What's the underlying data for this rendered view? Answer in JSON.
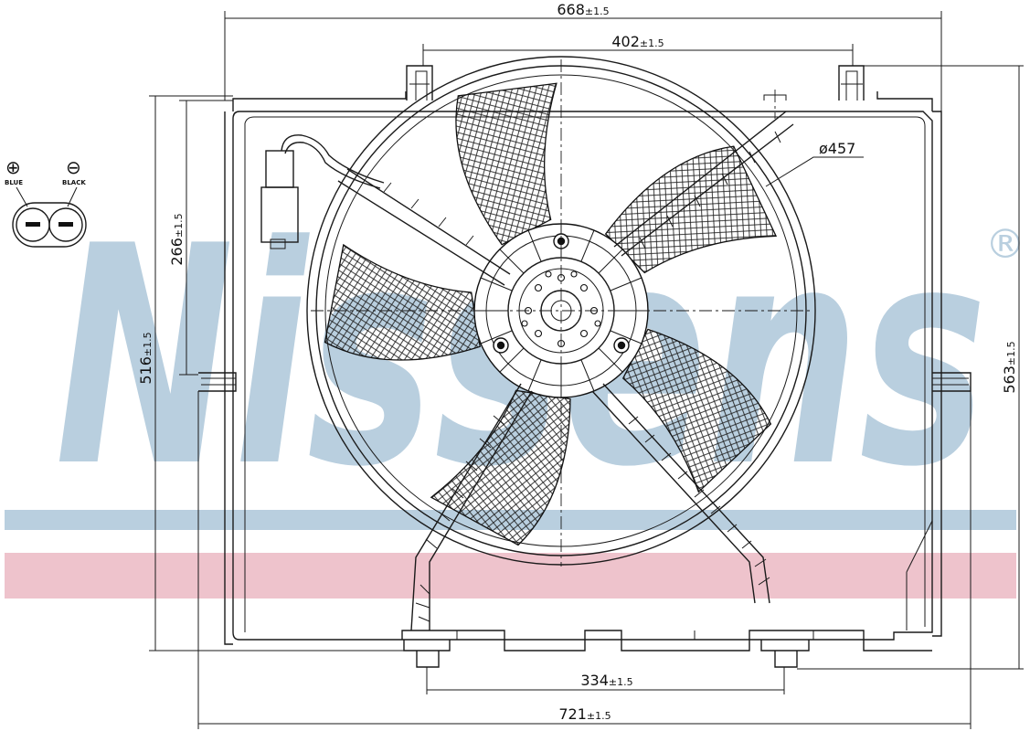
{
  "watermark": {
    "brand": "Nissens",
    "registered": "®",
    "blue": "#b9cfdf",
    "pink": "#eec3cc"
  },
  "connector": {
    "plus_symbol": "⊕",
    "plus_label": "BLUE",
    "minus_symbol": "⊖",
    "minus_label": "BLACK"
  },
  "dimensions": {
    "d668": {
      "value": "668",
      "tol": "±1.5"
    },
    "d402": {
      "value": "402",
      "tol": "±1.5"
    },
    "d457": {
      "value": "ø457"
    },
    "d266": {
      "value": "266",
      "tol": "±1.5"
    },
    "d516": {
      "value": "516",
      "tol": "±1.5"
    },
    "d563": {
      "value": "563",
      "tol": "±1.5"
    },
    "d334": {
      "value": "334",
      "tol": "±1.5"
    },
    "d721": {
      "value": "721",
      "tol": "±1.5"
    }
  }
}
